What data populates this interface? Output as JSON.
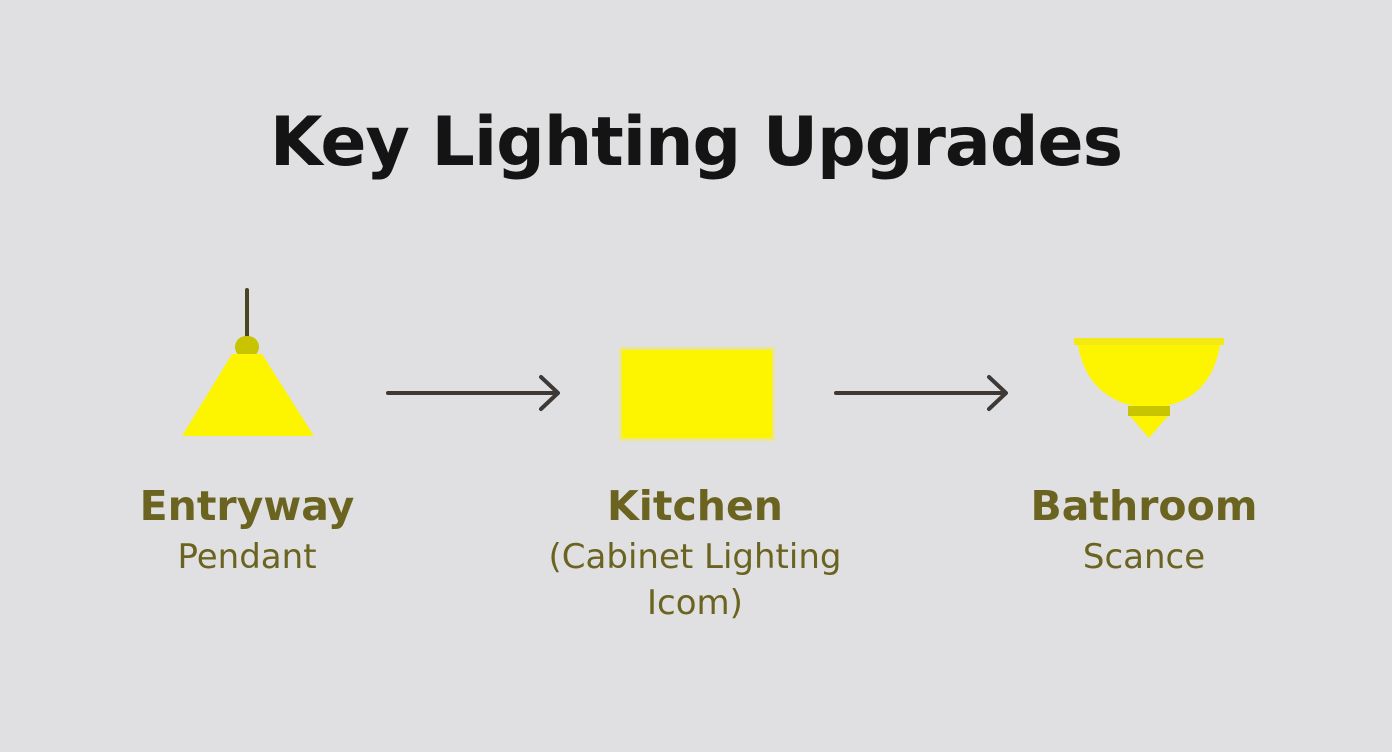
{
  "title": "Key Lighting Upgrades",
  "colors": {
    "background": "#e0e0e2",
    "title": "#141414",
    "label": "#6b6420",
    "icon_fill": "#fdf400",
    "icon_accent": "#c9c400",
    "arrow": "#3e3836"
  },
  "items": [
    {
      "name": "Entryway",
      "sub": "Pendant",
      "icon": "pendant-lamp-icon"
    },
    {
      "name": "Kitchen",
      "sub": "(Cabinet Lighting Icom)",
      "icon": "cabinet-light-icon"
    },
    {
      "name": "Bathroom",
      "sub": "Scance",
      "icon": "sconce-icon"
    }
  ],
  "connectors": [
    "arrow-right-icon",
    "arrow-right-icon"
  ]
}
